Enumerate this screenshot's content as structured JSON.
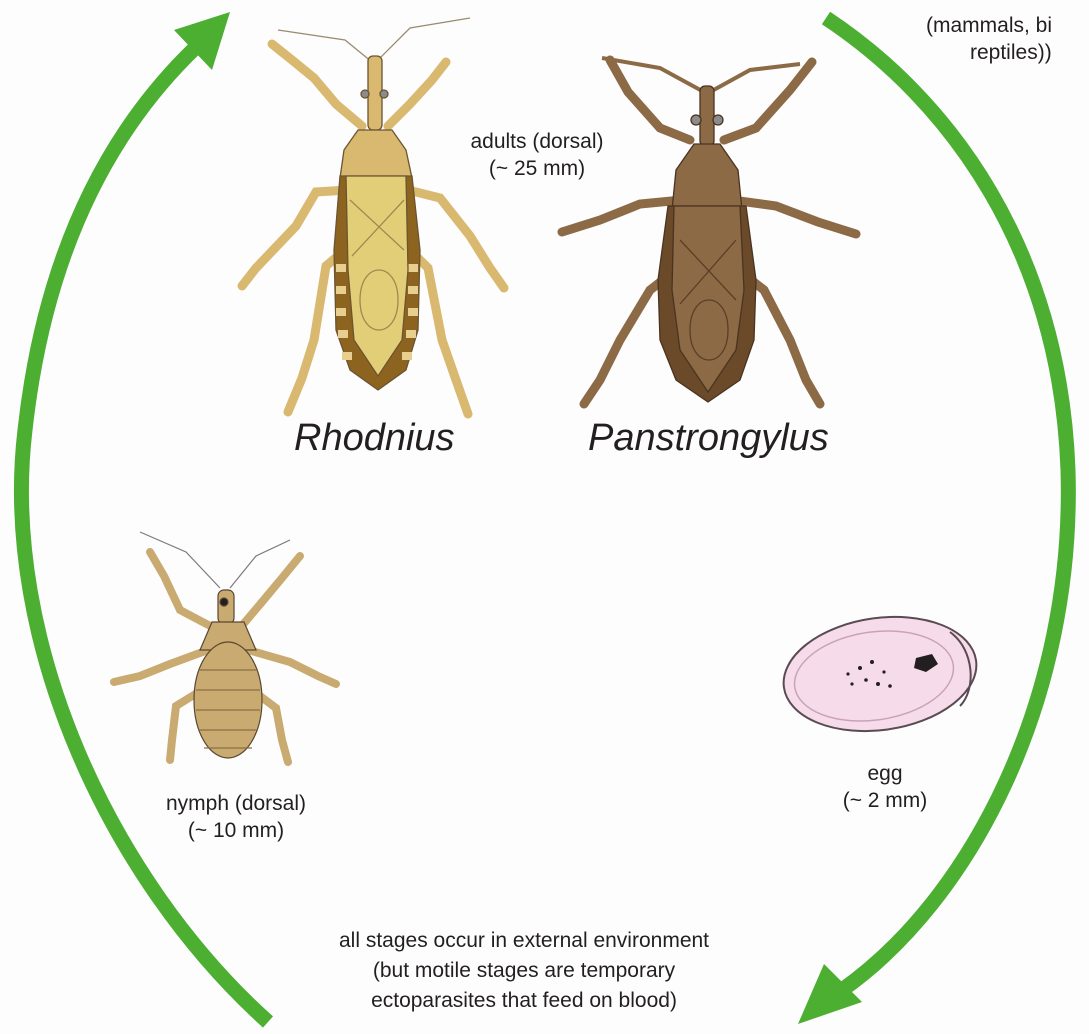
{
  "colors": {
    "arrow": "#4caf32",
    "rhodnius_body": "#d9b870",
    "rhodnius_wing": "#e3ce78",
    "rhodnius_band_dark": "#8c6420",
    "rhodnius_band_light": "#e8cf8f",
    "panstrongylus_body": "#8b6a45",
    "panstrongylus_dark": "#6b4a2a",
    "nymph_body": "#c9ab72",
    "egg_fill": "#f6dcea",
    "egg_stroke": "#5a4a52"
  },
  "host_label": {
    "line1": "(mammals, bi",
    "line2": "reptiles))"
  },
  "adults_label": {
    "line1": "adults (dorsal)",
    "line2": "(~ 25 mm)"
  },
  "genus": {
    "left": "Rhodnius",
    "right": "Panstrongylus"
  },
  "nymph_label": {
    "line1": "nymph (dorsal)",
    "line2": "(~ 10 mm)"
  },
  "egg_label": {
    "line1": "egg",
    "line2": "(~ 2 mm)"
  },
  "bottom_note": {
    "line1": "all stages occur in external environment",
    "line2": "(but motile stages are temporary",
    "line3": "ectoparasites that feed on blood)"
  }
}
